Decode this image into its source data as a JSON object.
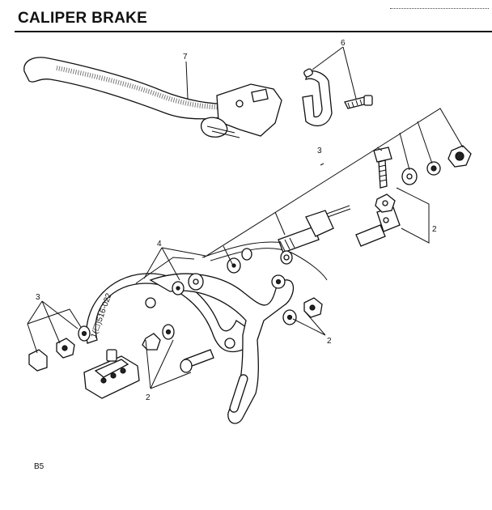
{
  "header": {
    "title": "CALIPER BRAKE"
  },
  "footer": {
    "page_code": "B5"
  },
  "callouts": {
    "brake_lever": "7",
    "clamp_and_bolt": "6",
    "cable_and_hardware": "3",
    "adjuster_nut_pair": "2",
    "pads_and_washers": "4",
    "left_nut_set": "3",
    "front_bolt_set": "2",
    "right_nut_set": "2"
  },
  "arm_marking": "1(☐)516-022",
  "colors": {
    "ink": "#111111",
    "paper": "#ffffff"
  }
}
